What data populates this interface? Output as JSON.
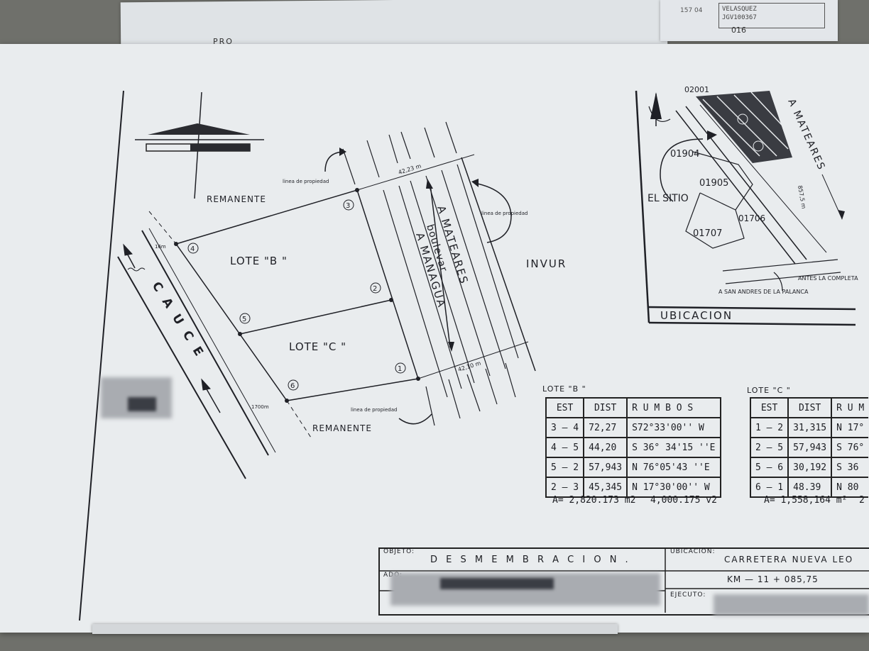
{
  "background_sheets": {
    "top_right_block": [
      "VELASQUEZ",
      "JGV100367"
    ],
    "top_right_code": "157 04",
    "top_left_fragment": "PRO",
    "page_tag": "016"
  },
  "plan": {
    "labels": {
      "remanente_top": "REMANENTE",
      "remanente_bottom": "REMANENTE",
      "lote_b": "LOTE \"B \"",
      "lote_c": "LOTE \"C \"",
      "invur": "INVUR",
      "cauce": "C A U C E",
      "road_a_mateares": "A MATEARES",
      "road_boulevar": "boulevar",
      "road_a_managua": "A MANAGUA",
      "linea_propiedad_1": "linea de propiedad",
      "linea_propiedad_2": "linea de propiedad",
      "linea_propiedad_3": "linea de propiedad",
      "dim_top": "42,23 m",
      "dim_bottom": "42,10 m",
      "dim_left_top": "16m",
      "dim_left_bottom": "1700m"
    },
    "stations": [
      "1",
      "2",
      "3",
      "4",
      "5",
      "6"
    ]
  },
  "location_map": {
    "title": "UBICACION",
    "lots": [
      "01904",
      "01905",
      "01706",
      "01707"
    ],
    "labels": {
      "el_sitio": "EL SITIO",
      "a_mateares": "A MATEARES",
      "distance": "857,5 m",
      "antes_la_completa": "ANTES LA COMPLETA",
      "a_san_andres": "A SAN ANDRES DE LA PALANCA",
      "top_fragment": "02001"
    }
  },
  "table_b": {
    "caption": "LOTE \"B \"",
    "headers": [
      "EST",
      "DIST",
      "R U M B O S"
    ],
    "rows": [
      [
        "3 — 4",
        "72,27",
        "S72°33'00'' W"
      ],
      [
        "4 — 5",
        "44,20",
        "S 36° 34'15 ''E"
      ],
      [
        "5 — 2",
        "57,943",
        "N 76°05'43 ''E"
      ],
      [
        "2 — 3",
        "45,345",
        "N 17°30'00'' W"
      ]
    ],
    "area": "A= 2,820.173 m2",
    "area_varas": "4,000.175 v2"
  },
  "table_c": {
    "caption": "LOTE \"C \"",
    "headers": [
      "EST",
      "DIST",
      "R U M"
    ],
    "rows": [
      [
        "1 — 2",
        "31,315",
        "N 17°"
      ],
      [
        "2 — 5",
        "57,943",
        "S 76°"
      ],
      [
        "5 — 6",
        "30,192",
        "S 36"
      ],
      [
        "6 — 1",
        "48.39",
        "N 80"
      ]
    ],
    "area": "A= 1,558,164 m²",
    "area_fragment": "2"
  },
  "title_block": {
    "objeto_label": "OBJETO:",
    "objeto_value": "D E S M E M B R A C I O N .",
    "ubicacion_label": "UBICACION:",
    "ubicacion_value": "CARRETERA  NUEVA  LEO",
    "km_value": "KM — 11 + 085,75",
    "ado_label": "ADO:",
    "ejecuto_label": "EJECUTO:"
  }
}
